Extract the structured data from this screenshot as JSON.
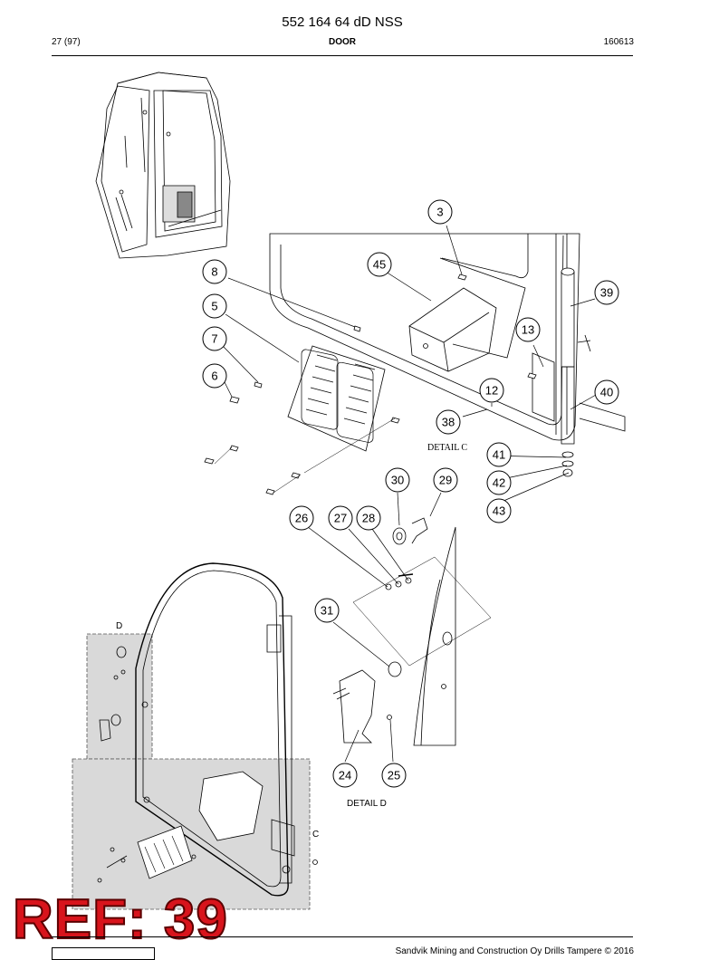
{
  "header": {
    "doc_number": "552 164 64 dD NSS",
    "page": "27 (97)",
    "section": "DOOR",
    "date_code": "160613"
  },
  "callouts": [
    "3",
    "45",
    "8",
    "39",
    "5",
    "13",
    "7",
    "6",
    "12",
    "40",
    "38",
    "41",
    "42",
    "43",
    "30",
    "29",
    "26",
    "27",
    "28",
    "31",
    "24",
    "25"
  ],
  "labels": {
    "detail_c": "DETAIL C",
    "detail_d": "DETAIL D",
    "marker_d": "D",
    "marker_c": "C"
  },
  "stamp": "REF: 39",
  "footer": {
    "copyright": "Sandvik Mining and Construction Oy Drills Tampere © 2016"
  }
}
